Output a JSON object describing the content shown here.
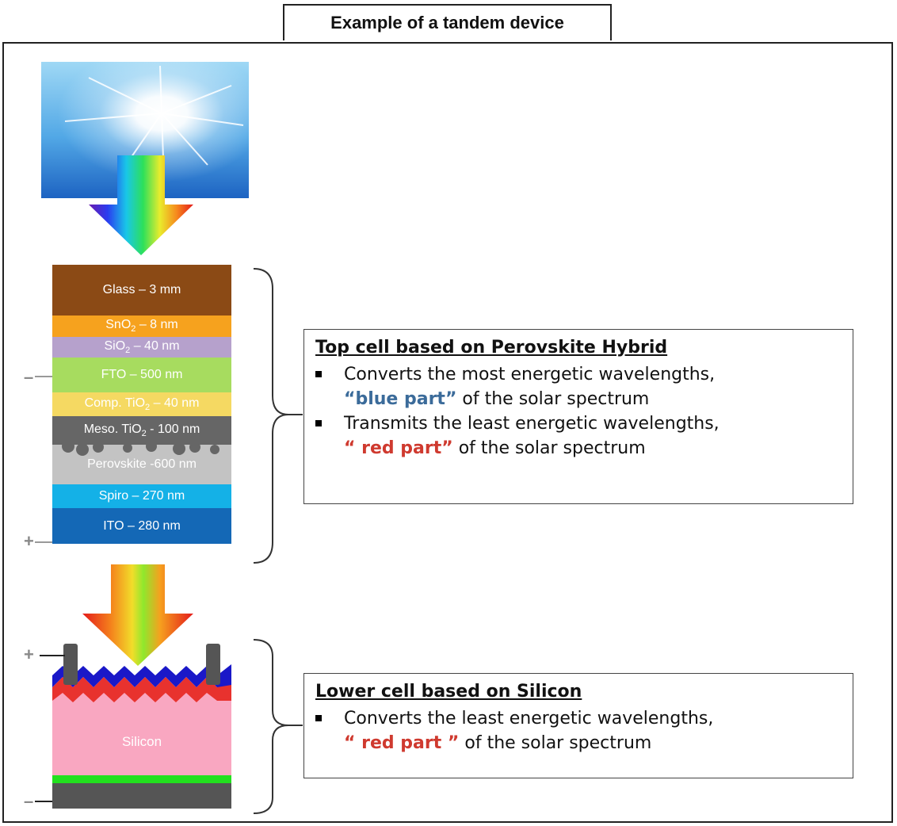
{
  "title": "Example of a tandem device",
  "top_stack": {
    "layers": [
      {
        "label": "Glass – 3 mm",
        "color": "#8b4a15"
      },
      {
        "label_main": "SnO",
        "label_sub": "2",
        "label_tail": " – 8 nm",
        "color": "#f6a21e"
      },
      {
        "label_main": "SiO",
        "label_sub": "2",
        "label_tail": " – 40 nm",
        "color": "#b6a1cc"
      },
      {
        "label": "FTO – 500 nm",
        "color": "#a7dc5f"
      },
      {
        "label_main": "Comp. TiO",
        "label_sub": "2",
        "label_tail": " – 40 nm",
        "color": "#f5d962"
      },
      {
        "label_main": "Meso. TiO",
        "label_sub": "2",
        "label_tail": " - 100 nm",
        "color": "#666666"
      },
      {
        "label": "Perovskite -600 nm",
        "color": "#c3c3c3"
      },
      {
        "label": "Spiro – 270 nm",
        "color": "#14b1e7"
      },
      {
        "label": "ITO – 280 nm",
        "color": "#1468b6"
      }
    ],
    "minus": "–",
    "plus": "+"
  },
  "lower_stack": {
    "label": "Silicon",
    "colors": {
      "silicon": "#f9a7c1",
      "blue": "#1a18c8",
      "red": "#e8322e",
      "contact": "#555555",
      "green": "#22e01e"
    },
    "plus": "+",
    "minus": "–"
  },
  "top_box": {
    "heading": "Top cell based on Perovskite Hybrid",
    "b1_line1": "Converts the most energetic wavelengths,",
    "b1_hl": "“blue part”",
    "b1_rest": " of the solar spectrum",
    "b2_line1": "Transmits the least energetic wavelengths,",
    "b2_hl": "“ red part”",
    "b2_rest": " of the solar spectrum"
  },
  "lower_box": {
    "heading": "Lower cell based on Silicon",
    "b1_line1": "Converts the least energetic wavelengths,",
    "b1_hl": "“ red part ”",
    "b1_rest": " of the solar spectrum"
  }
}
